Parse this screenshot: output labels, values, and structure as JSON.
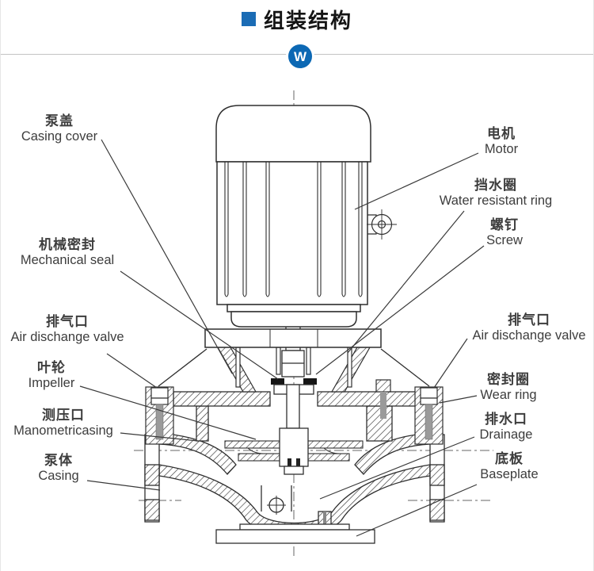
{
  "header": {
    "title": "组装结构"
  },
  "watermark": {
    "letter": "W"
  },
  "diagram": {
    "description": "vertical pipeline pump assembly cross-section",
    "labels_left": [
      {
        "zh": "泵盖",
        "en": "Casing cover"
      },
      {
        "zh": "机械密封",
        "en": "Mechanical seal"
      },
      {
        "zh": "排气口",
        "en": "Air dischange valve"
      },
      {
        "zh": "叶轮",
        "en": "Impeller"
      },
      {
        "zh": "测压口",
        "en": "Manometricasing"
      },
      {
        "zh": "泵体",
        "en": "Casing"
      }
    ],
    "labels_right": [
      {
        "zh": "电机",
        "en": "Motor"
      },
      {
        "zh": "挡水圈",
        "en": "Water resistant ring"
      },
      {
        "zh": "螺钉",
        "en": "Screw"
      },
      {
        "zh": "排气口",
        "en": "Air dischange valve"
      },
      {
        "zh": "密封圈",
        "en": "Wear ring"
      },
      {
        "zh": "排水口",
        "en": "Drainage"
      },
      {
        "zh": "底板",
        "en": "Baseplate"
      }
    ],
    "colors": {
      "accent_blue": "#1b6cb5",
      "badge_blue": "#0c68b4",
      "line": "#2f2f2f",
      "label_text": "#3d3d3d"
    }
  }
}
